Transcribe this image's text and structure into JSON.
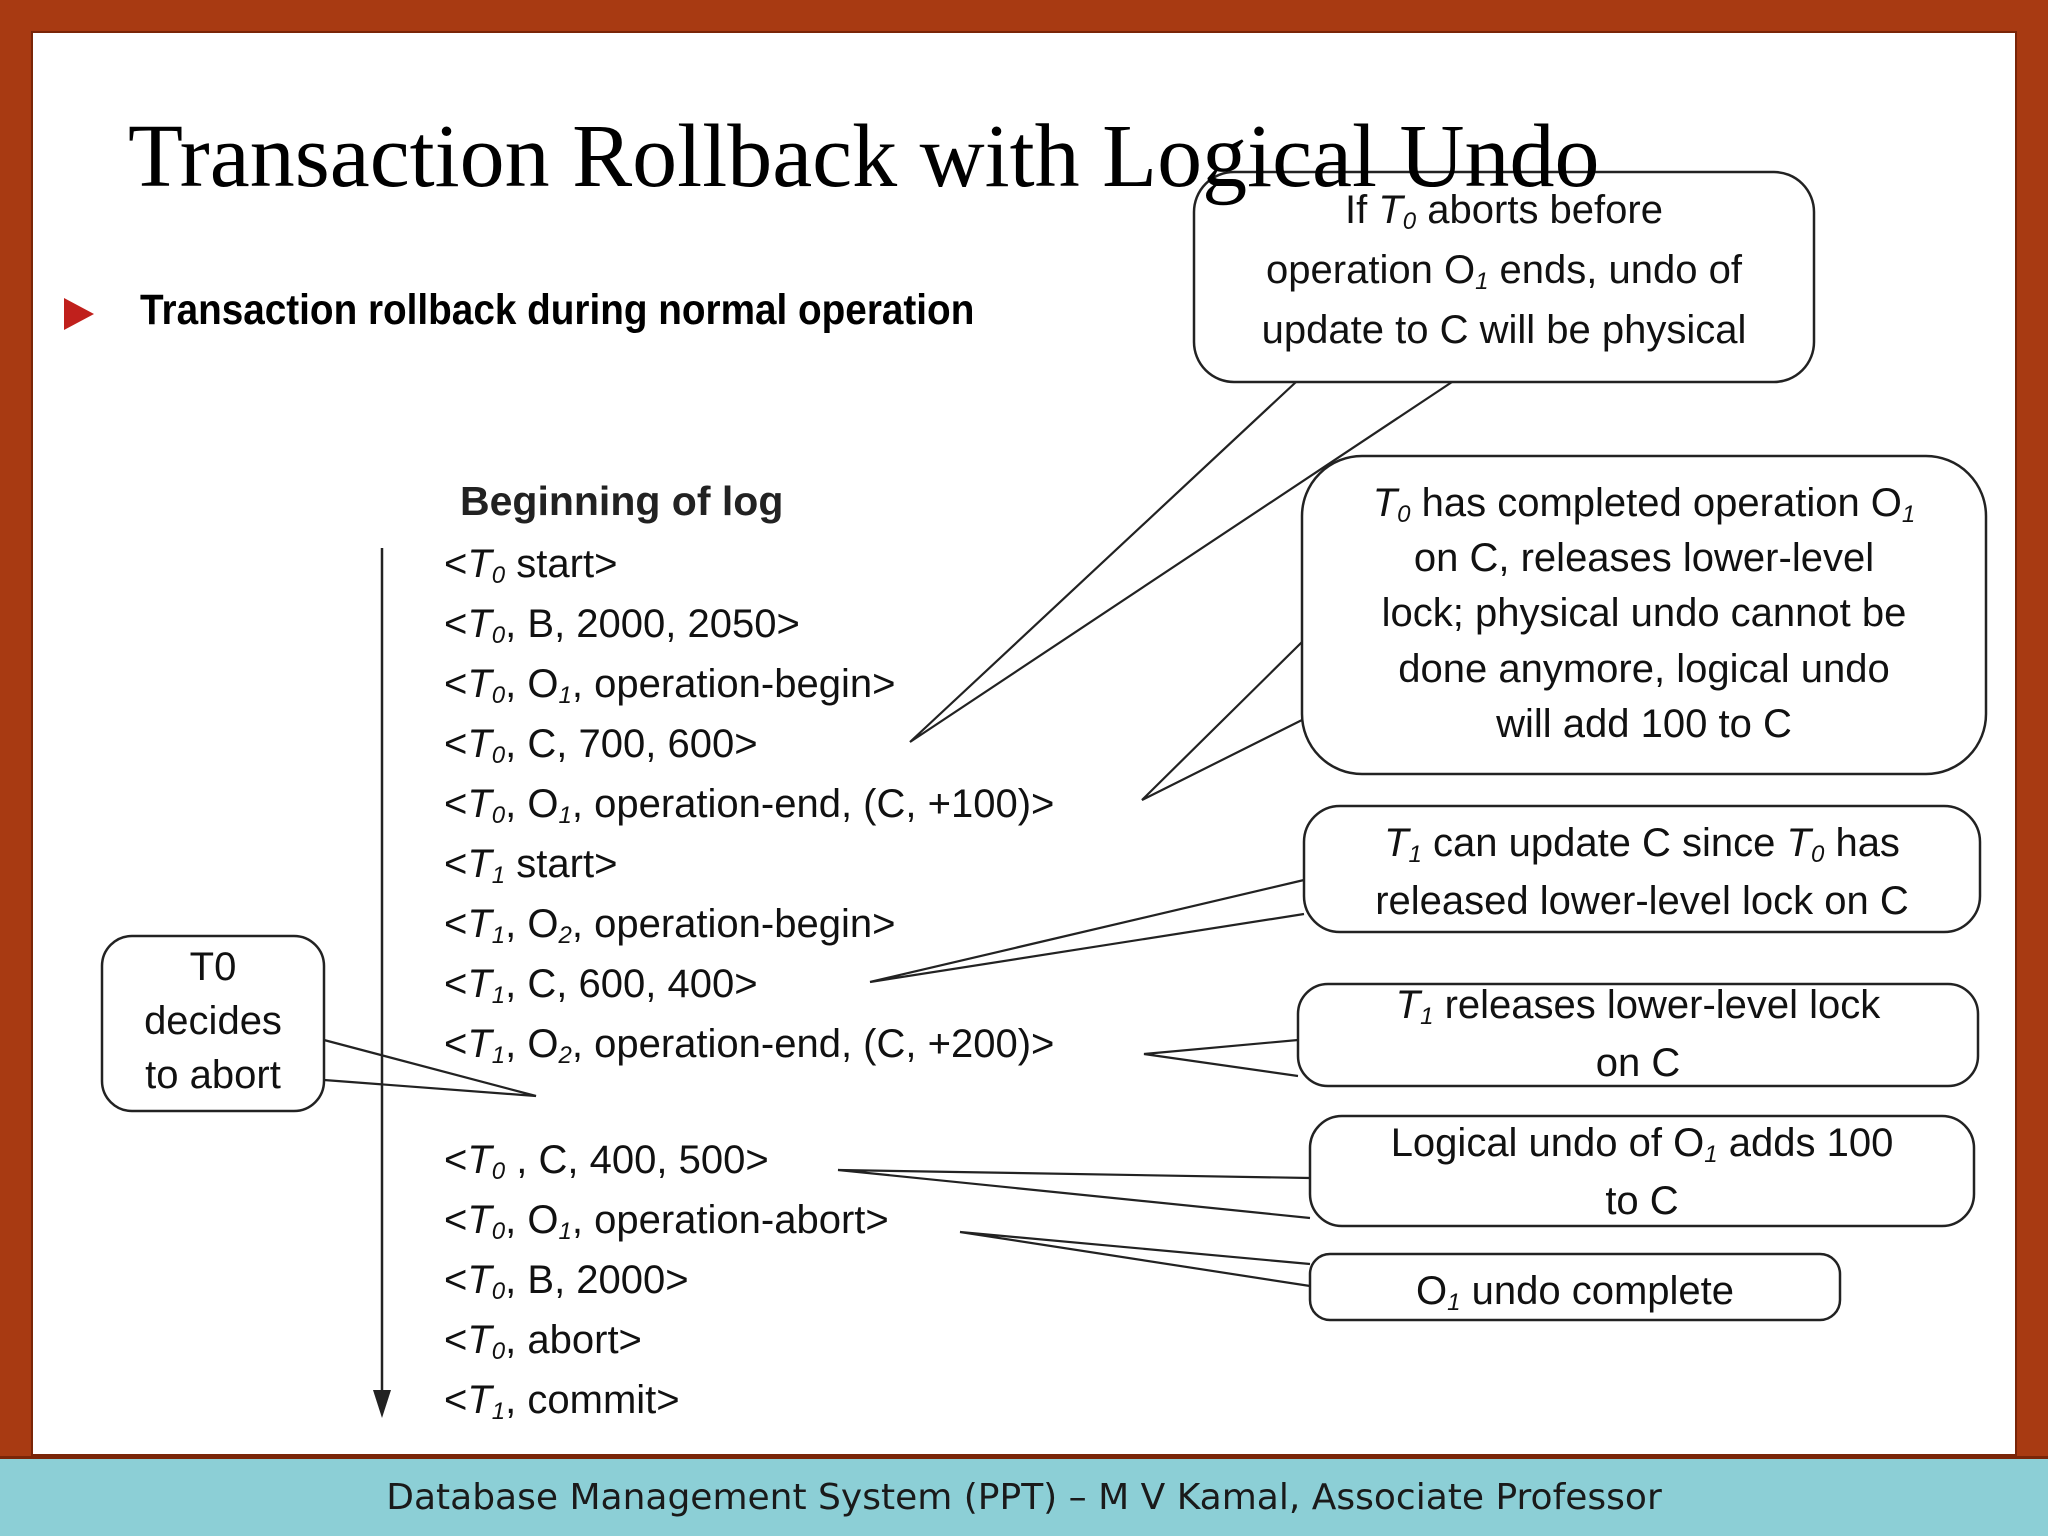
{
  "slide": {
    "title": "Transaction Rollback with Logical Undo",
    "bullet": "Transaction rollback during normal operation"
  },
  "log": {
    "heading": "Beginning of log",
    "entries": [
      "<T0 start>",
      "<T0, B, 2000, 2050>",
      "<T0, O1, operation-begin>",
      "<T0, C, 700, 600>",
      "<T0, O1, operation-end, (C, +100)>",
      "<T1 start>",
      "<T1, O2, operation-begin>",
      "<T1, C, 600, 400>",
      "<T1, O2, operation-end, (C, +200)>",
      "<T0 , C, 400, 500>",
      "<T0, O1, operation-abort>",
      "<T0, B, 2000>",
      "<T0, abort>",
      "<T1, commit>"
    ]
  },
  "callouts": {
    "abort_before": {
      "line1_rest": "aborts before",
      "line1_prefix": "If",
      "line2": "operation O1 ends, undo of",
      "line3": "update to C will be physical"
    },
    "completed": {
      "line1": "T0 has completed operation O1",
      "line2": "on C, releases lower-level",
      "line3": "lock; physical undo cannot be",
      "line4": "done anymore, logical undo",
      "line5": "will add 100 to C"
    },
    "t1_update": {
      "line1": "T1 can update C since T0 has",
      "line2": "released lower-level lock on C"
    },
    "t1_release": {
      "line1": "T1 releases lower-level lock",
      "line2": "on C"
    },
    "logical_undo": {
      "line1": "Logical undo of O1 adds 100",
      "line2": "to C"
    },
    "undo_complete": {
      "line1": "O1 undo complete"
    },
    "decides_abort": {
      "line1": "T0",
      "line2": "decides",
      "line3": "to abort"
    }
  },
  "footer": {
    "text": "Database Management System (PPT) – M V Kamal, Associate Professor"
  },
  "colors": {
    "frame": "#a83a12",
    "footer_bg": "#8ccfd6",
    "bullet": "#c0201c"
  }
}
